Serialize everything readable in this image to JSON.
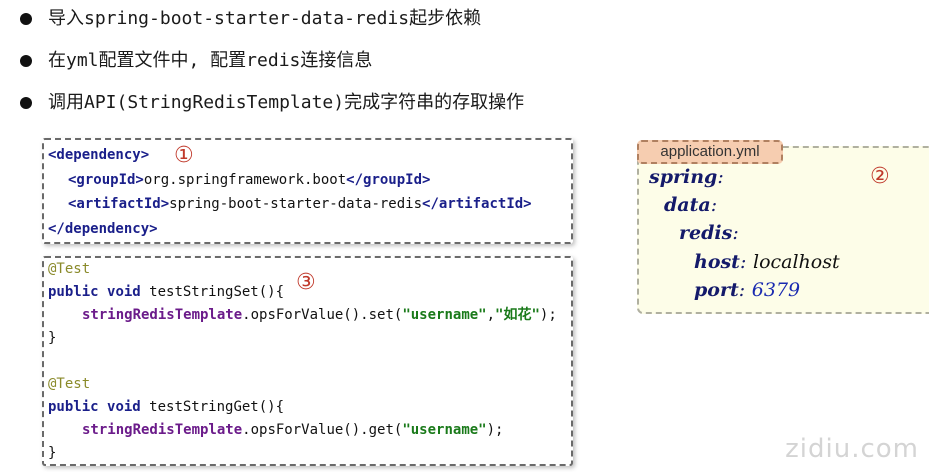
{
  "bullets": [
    "导入spring-boot-starter-data-redis起步依赖",
    "在yml配置文件中, 配置redis连接信息",
    "调用API(StringRedisTemplate)完成字符串的存取操作"
  ],
  "markers": {
    "one": "①",
    "two": "②",
    "three": "③"
  },
  "dependency": {
    "open_tag": "<dependency>",
    "group_open": "<groupId>",
    "group_value": "org.springframework.boot",
    "group_close": "</groupId>",
    "artifact_open": "<artifactId>",
    "artifact_value": "spring-boot-starter-data-redis",
    "artifact_close": "</artifactId>",
    "close_tag": "</dependency>"
  },
  "test_code": {
    "annotation": "@Test",
    "kw_public": "public",
    "kw_void": "void",
    "set_method": " testStringSet(){",
    "set_var": "stringRedisTemplate",
    "set_call": ".opsForValue().set(",
    "set_arg1": "\"username\"",
    "set_comma": ",",
    "set_arg2": "\"如花\"",
    "set_end": ");",
    "close_brace": "}",
    "get_method": " testStringGet(){",
    "get_var": "stringRedisTemplate",
    "get_call": ".opsForValue().get(",
    "get_arg": "\"username\"",
    "get_end": ");"
  },
  "yml": {
    "tab_label": "application.yml",
    "k_spring": "spring",
    "k_data": "data",
    "k_redis": "redis",
    "k_host": "host",
    "v_host": "localhost",
    "k_port": "port",
    "v_port": "6379",
    "colon": ":"
  },
  "watermark": "zidiu.com"
}
